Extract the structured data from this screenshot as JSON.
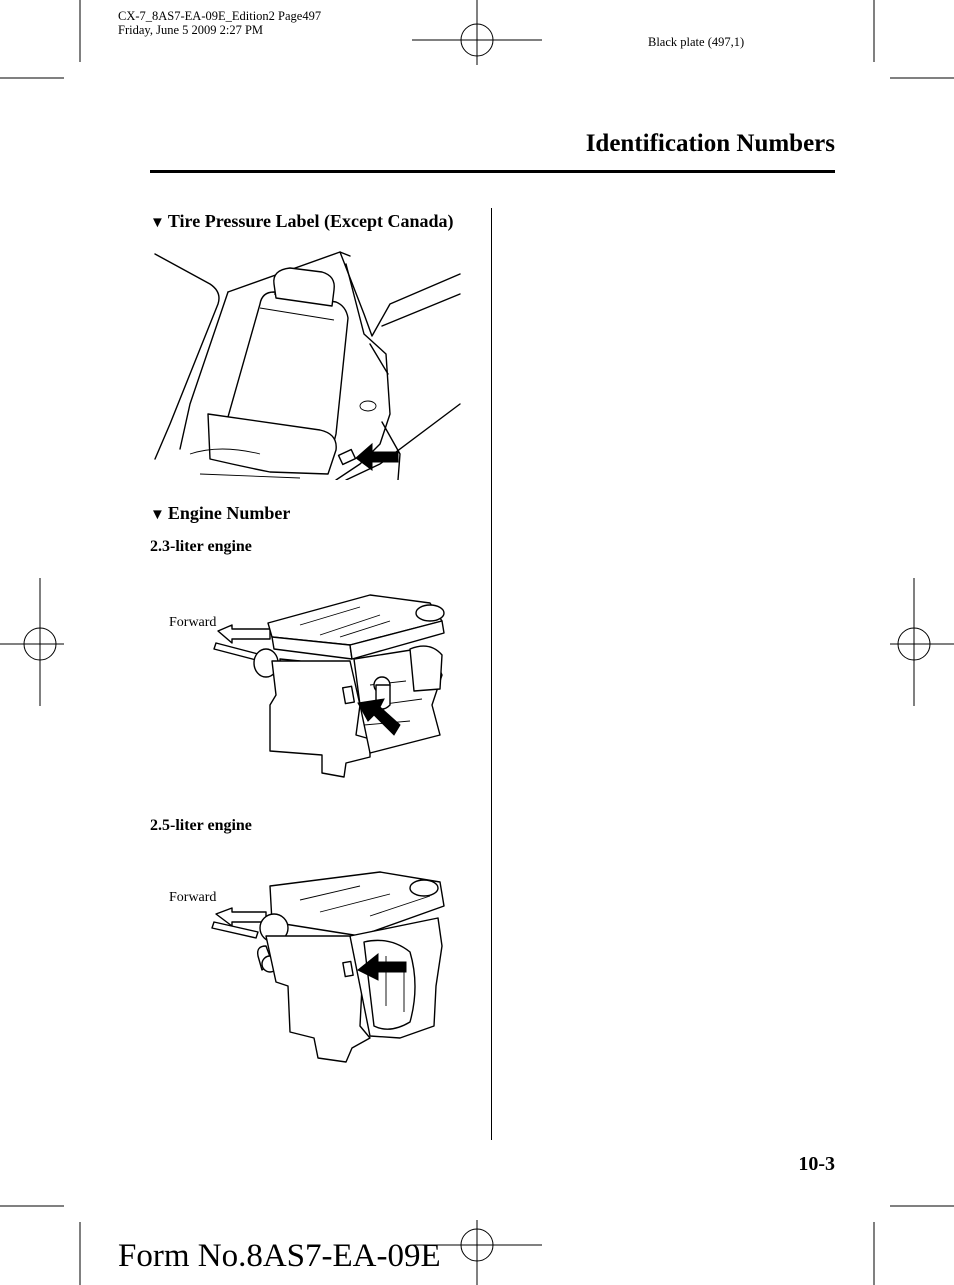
{
  "print_info": {
    "line1": "CX-7_8AS7-EA-09E_Edition2 Page497",
    "line2": "Friday, June 5 2009 2:27 PM"
  },
  "plate_label": "Black plate (497,1)",
  "section_title": "Identification Numbers",
  "tire_section": {
    "marker": "▼",
    "heading": "Tire Pressure Label (Except Canada)",
    "illustration": "driver-door-pillar-with-label"
  },
  "engine_section": {
    "marker": "▼",
    "heading": "Engine Number",
    "engine_23": {
      "label": "2.3-liter engine",
      "forward_label": "Forward",
      "illustration": "engine-2-3-liter"
    },
    "engine_25": {
      "label": "2.5-liter engine",
      "forward_label": "Forward",
      "illustration": "engine-2-5-liter"
    }
  },
  "page_number": "10-3",
  "form_number": "Form No.8AS7-EA-09E"
}
